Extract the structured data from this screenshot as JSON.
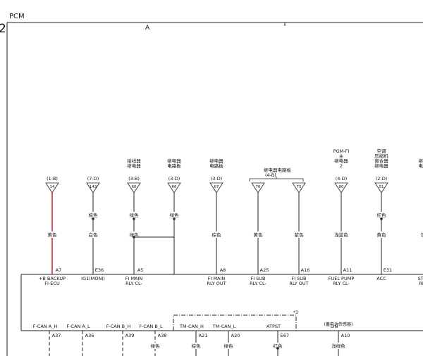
{
  "header": {
    "module": "PCM",
    "page_number": "2",
    "section": "A"
  },
  "connectors": [
    {
      "id": "c1",
      "code": "(1-B)",
      "pin": "14",
      "color_upper": "",
      "color_lower": "黄色",
      "pin_id": "A7",
      "signal": [
        "+B BACKUP",
        "FI-ECU"
      ],
      "wire_red": true
    },
    {
      "id": "c2",
      "code": "(7-D)",
      "pin": "143",
      "color_upper": "棕色",
      "color_lower": "白色",
      "pin_id": "E36",
      "signal": [
        "IG1(MONI)"
      ],
      "wire_red": false
    },
    {
      "id": "c3",
      "code": "(3-B)",
      "label": "接线器 继电器",
      "pin": "60",
      "color_upper": "绿色",
      "color_lower": "绿色",
      "pin_id": "A5",
      "signal": [
        "FI MAIN",
        "RLY CL-"
      ]
    },
    {
      "id": "c4",
      "code": "(3-D)",
      "label": "继电器 电路板",
      "pin": "66",
      "color_upper": "绿色",
      "color_lower": "",
      "pin_id": "",
      "signal": []
    },
    {
      "id": "c5",
      "code": "(3-D)",
      "label": "继电器 电路板",
      "pin": "67",
      "color_upper": "",
      "color_lower": "棕色",
      "pin_id": "A8",
      "signal": [
        "FI MAIN",
        "RLY OUT"
      ]
    },
    {
      "id": "c6",
      "code": "",
      "pin": "76",
      "color_upper": "",
      "color_lower": "黄色",
      "pin_id": "A25",
      "signal": [
        "FI SUB",
        "RLY CL-"
      ]
    },
    {
      "id": "c7",
      "code": "",
      "pin": "75",
      "color_upper": "",
      "color_lower": "紫色",
      "pin_id": "A16",
      "signal": [
        "FI SUB",
        "RLY OUT"
      ]
    },
    {
      "id": "c8",
      "code": "(4-D)",
      "label": "PGM-FI 主 继电器 2",
      "pin": "80",
      "color_upper": "",
      "color_lower": "浅蓝色",
      "pin_id": "A11",
      "signal": [
        "FUEL PUMP",
        "RLY CL-"
      ]
    },
    {
      "id": "c9",
      "code": "(2-D)",
      "label": "空调 压缩机 离合器 继电器",
      "pin": "51",
      "color_upper": "红色",
      "color_lower": "黄色",
      "pin_id": "E31",
      "signal": [
        "ACC"
      ]
    },
    {
      "id": "c10",
      "code": "",
      "label": "继电 电路",
      "pin": "",
      "color_upper": "",
      "color_lower": "灰",
      "pin_id": "",
      "signal": [
        "ST C",
        "RLY"
      ]
    }
  ],
  "relay_board_group": {
    "label": "继电器电路板",
    "code": "(4-B)"
  },
  "bottom": {
    "items": [
      {
        "label": "F-CAN A_H",
        "pin": "A37"
      },
      {
        "label": "F-CAN A_L",
        "pin": "A36"
      },
      {
        "label": "F-CAN B_H",
        "pin": "A39"
      },
      {
        "label": "F-CAN B_L",
        "pin": "A38",
        "color": "绿色"
      },
      {
        "label": "TM-CAN_H",
        "pin": "A21",
        "color": "棕色"
      },
      {
        "label": "TM-CAN_L",
        "pin": "A20",
        "color": "绿色"
      },
      {
        "label": "ATPST",
        "pin": "E67",
        "color": "红色"
      },
      {
        "label": "LIN",
        "sub": "(蓄电池传感器)",
        "pin": "A10",
        "color": "浅绿色"
      }
    ],
    "note": "*3"
  }
}
